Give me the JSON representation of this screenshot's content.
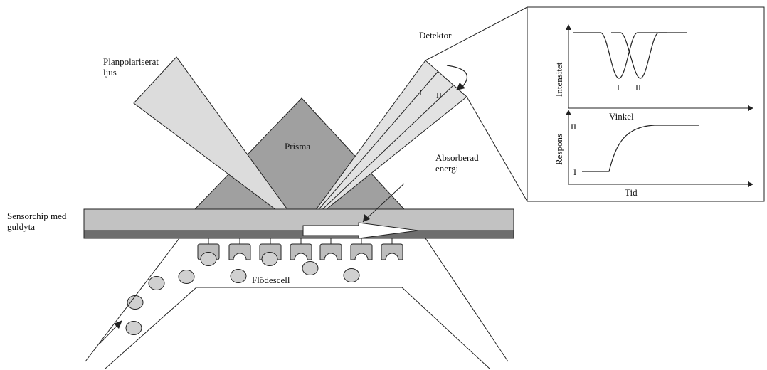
{
  "labels": {
    "light_line1": "Planpolariserat",
    "light_line2": "ljus",
    "prism": "Prisma",
    "detector": "Detektor",
    "absorbed_line1": "Absorberad",
    "absorbed_line2": "energi",
    "sensor_line1": "Sensorchip med",
    "sensor_line2": "guldyta",
    "flow_cell": "Flödescell",
    "beam_I": "I",
    "beam_II": "II"
  },
  "graph_top": {
    "ylabel": "Intensitet",
    "xlabel": "Vinkel",
    "dip_I": "I",
    "dip_II": "II"
  },
  "graph_bottom": {
    "ylabel": "Respons",
    "xlabel": "Tid",
    "level_I": "I",
    "level_II": "II"
  },
  "colors": {
    "light_beam": "#dcdcdc",
    "prism": "#a0a0a0",
    "chip": "#c2c2c2",
    "gold_layer": "#6e6e6e",
    "receptor": "#bdbdbd",
    "particle": "#d0d0d0",
    "stroke": "#111111"
  }
}
